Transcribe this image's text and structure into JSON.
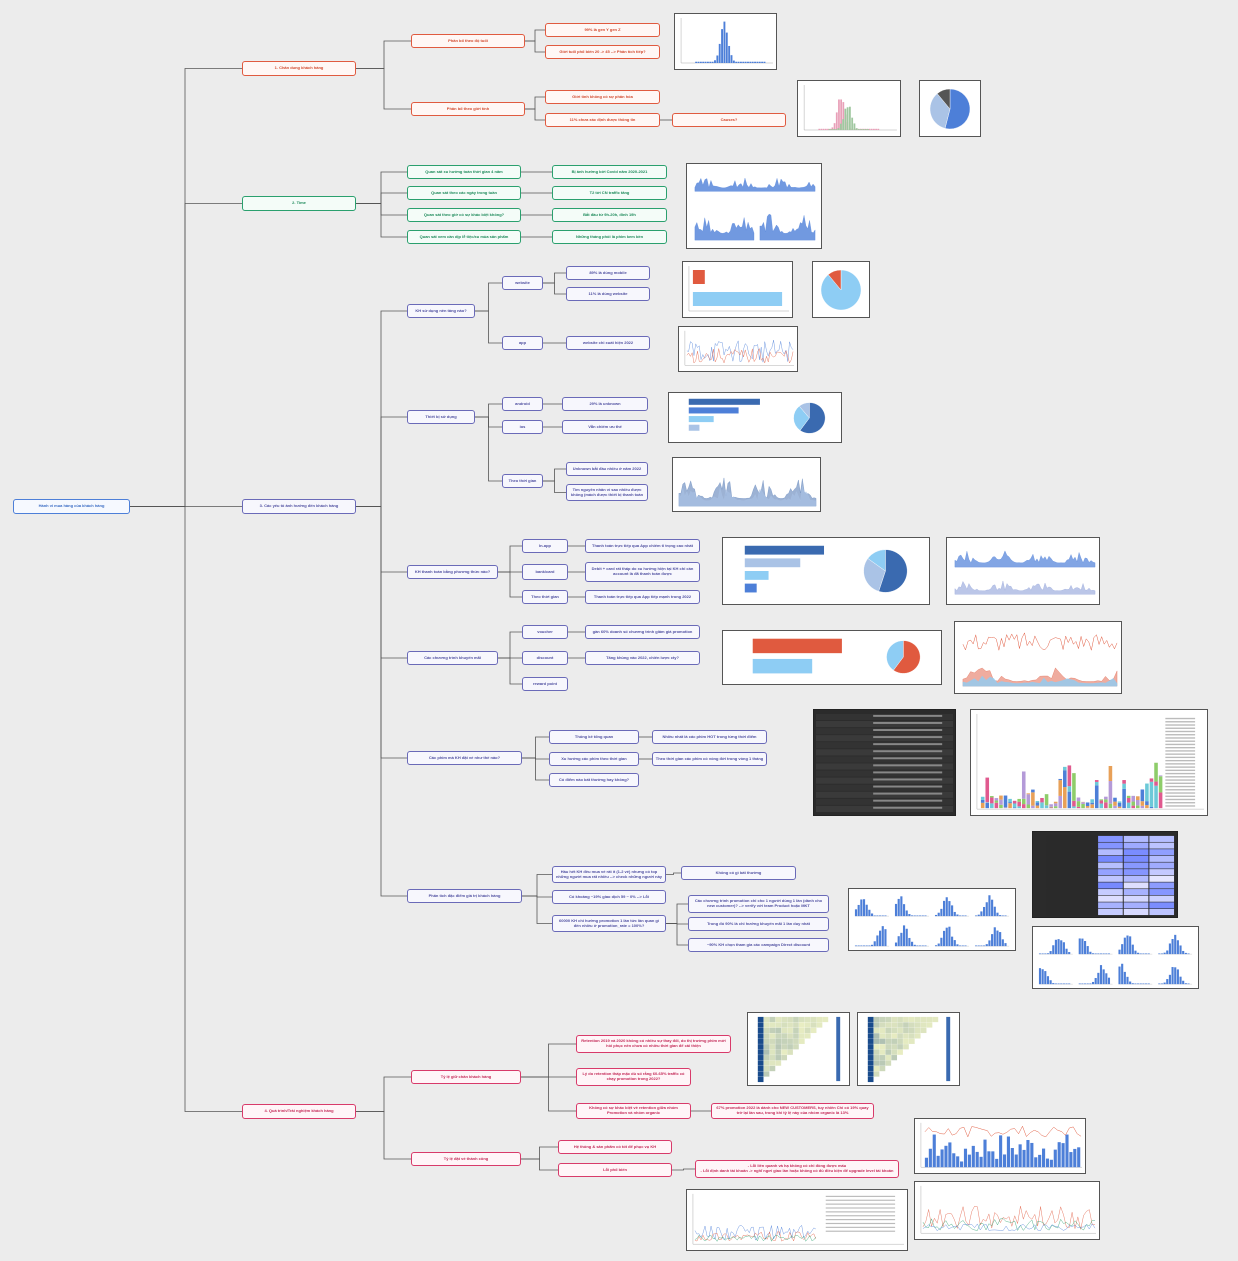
{
  "root": "Hành vi mua hàng của khách hàng",
  "branches": {
    "b1": {
      "label": "1. Chân dung khách hàng",
      "age": {
        "label": "Phân bổ theo độ tuổi",
        "items": [
          "99% là gen Y gen Z",
          "Giới tuổi phổ biến 20 -> 45 --> Phân tích tiếp?"
        ]
      },
      "gender": {
        "label": "Phân bổ theo giới tính",
        "items": [
          "Giới tính không có sự phân hóa",
          "11% chưa xác định được thông tin"
        ],
        "cause": "Causes?"
      }
    },
    "b2": {
      "label": "2. Time",
      "items": [
        {
          "q": "Quan sát xu hướng toàn thời gian 4 năm",
          "a": "Bị ảnh hưởng bởi Covid năm 2020-2021"
        },
        {
          "q": "Quan sát theo các ngày trong tuần",
          "a": "T2 tới CN traffic tăng"
        },
        {
          "q": "Quan sát theo giờ có sự khác biệt không?",
          "a": "Bắt đầu từ 9h-20h, đỉnh 19h"
        },
        {
          "q": "Quan sát xem cần dịp lễ tiệc/xu mùa sản phẩm",
          "a": "Những tháng phối là phim kem bền"
        }
      ]
    },
    "b3": {
      "label": "3. Các yếu tố ảnh hưởng đến khách hàng",
      "platform": {
        "label": "KH sử dụng nền tảng nào?",
        "website": {
          "label": "website",
          "items": [
            "89% là dùng mobile",
            "11% là dùng website"
          ]
        },
        "app": {
          "label": "app",
          "items": [
            "website chỉ xuất hiện 2022"
          ]
        }
      },
      "device": {
        "label": "Thiết bị sử dụng",
        "android": {
          "label": "android",
          "item": "29% là unknown"
        },
        "ios": {
          "label": "ios",
          "item": "Vẫn chiếm ưu thế"
        },
        "time": {
          "label": "Theo thời gian",
          "items": [
            "Unknown bắt đầu nhiều ở năm 2022",
            "Tìm nguyên nhân vì sao nhiều được không (mách được thiết bị thanh toán"
          ]
        }
      },
      "payment": {
        "label": "KH thanh toán bằng phương thức nào?",
        "rows": [
          {
            "k": "In-app",
            "v": "Thanh toán trực tiếp qua App chiếm tỉ trọng cao nhất"
          },
          {
            "k": "bank/card",
            "v": "Debit + card rất thấp do xu hướng hiện tại KH chỉ cần account là đã thanh toán được"
          },
          {
            "k": "Theo thời gian",
            "v": "Thanh toán trực tiếp qua App tiếp mạnh trong 2022"
          }
        ]
      },
      "promo": {
        "label": "Các chương trình khuyến mãi",
        "rows": [
          {
            "k": "voucher",
            "v": "gần 60% doanh số chương trình giảm giá promotion"
          },
          {
            "k": "discount",
            "v": "Tăng khủng vào 2022, chiến lược cty?"
          },
          {
            "k": "reward point",
            "v": ""
          }
        ]
      },
      "product": {
        "label": "Các phim mà KH đặt vé như thế nào?",
        "rows": [
          {
            "k": "Thống kê tổng quan",
            "v": "Nhiều nhất là các phim HOT trong từng thời điểm"
          },
          {
            "k": "Xu hướng các phim theo thời gian",
            "v": "Theo thời gian các phim có vòng đời trong vòng 1 tháng"
          },
          {
            "k": "Có điểm nào bất thường hay không?",
            "v": ""
          }
        ]
      },
      "segment": {
        "label": "Phân tích đặc điểm giá trị khách hàng",
        "r1": {
          "k": "Hầu hết KH đều mua vé rất ít (1-2 vé) nhưng có top những người mua rất nhiều --> check những người này",
          "v": "Không có gì bất thường"
        },
        "r2": {
          "k": "Có khoảng ~19% giao dịch 59 ~ 0% --> Lỗi"
        },
        "r3": {
          "k": "60000 KH chỉ hưởng promotion 1 lần tức lần quan gì đến nhiều ở promotion_rate = 100%?",
          "items": [
            "Các chương trình promotion chỉ cho 1 người dùng 1 lần (dành cho new customer)? --> verify với team Product hoặc MKT",
            "Trong đó 90% là chỉ hưởng khuyến mãi 1 lần duy nhất",
            "~90% KH chọn tham gia các campaign Direct discount"
          ]
        }
      }
    },
    "b4": {
      "label": "4. Quá trình/Trải nghiệm khách hàng",
      "retention": {
        "label": "Tỷ lệ giữ chân khách hàng",
        "items": [
          "Retention 2019 và 2020 không có nhiều sự thay đổi, do thị trường phim mới hồi phục nên chưa có nhiều thời gian để cải thiện",
          "Lý do retention thấp mặc dù số rằng 60-65% traffic có chạy promotion trong 2022?",
          "Không có sự khác biệt về retention giữa nhóm Promotion và nhóm organic"
        ],
        "note": "67% promotion 2022 là dành cho NEW CUSTOMERS, tuy nhiên Chỉ có 19% quay trở lại lần sau, trong khi tỷ lệ này của nhóm organic là 13%"
      },
      "success": {
        "label": "Tỷ lệ đặt vé thành công",
        "items": [
          "Hệ thống & sản phẩm có tốt để phục vụ KH",
          "Lỗi phổ biến"
        ],
        "note": "- Lỗi liên quanh và hạ không có chỉ đồng được mấu\n- Lỗi định danh tài khoản -> nghĩ ngơi giao lần hoặc không có đủ điều kiện để upgrade level tài khoản"
      }
    }
  },
  "colors": {
    "blue": "#4d7fd8",
    "orange": "#e05a3f",
    "green": "#2aa06e",
    "purple": "#6a6ab8",
    "pink": "#d83a6a",
    "line": "#555555"
  }
}
